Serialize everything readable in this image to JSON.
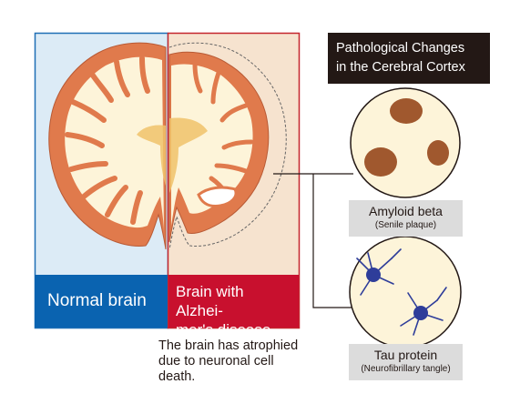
{
  "panels": {
    "normal_label": "Normal brain",
    "alzheimer_label_line1": "Brain with Alzhei-",
    "alzheimer_label_line2": "mer's disease"
  },
  "callout": {
    "title_line1": "Pathological Changes",
    "title_line2": "in the Cerebral Cortex"
  },
  "findings": [
    {
      "name": "Amyloid beta",
      "detail": "(Senile plaque)"
    },
    {
      "name": "Tau protein",
      "detail": "(Neurofibrillary tangle)"
    }
  ],
  "description": {
    "line1": "The brain has atrophied",
    "line2": "due to neuronal cell",
    "line3": "death."
  },
  "colors": {
    "normal_panel_bg": "#dcebf6",
    "normal_panel_border": "#1f6fb5",
    "normal_label_bg": "#0a63b0",
    "alzheimer_panel_bg": "#f6e3cf",
    "alzheimer_panel_border": "#c4262e",
    "alzheimer_label_bg": "#c8102e",
    "cortex": "#e07a4c",
    "white_matter": "#fdf4d9",
    "ventricle": "#f0c26a",
    "plaque": "#a0582e",
    "neuron": "#2e3d9a"
  }
}
